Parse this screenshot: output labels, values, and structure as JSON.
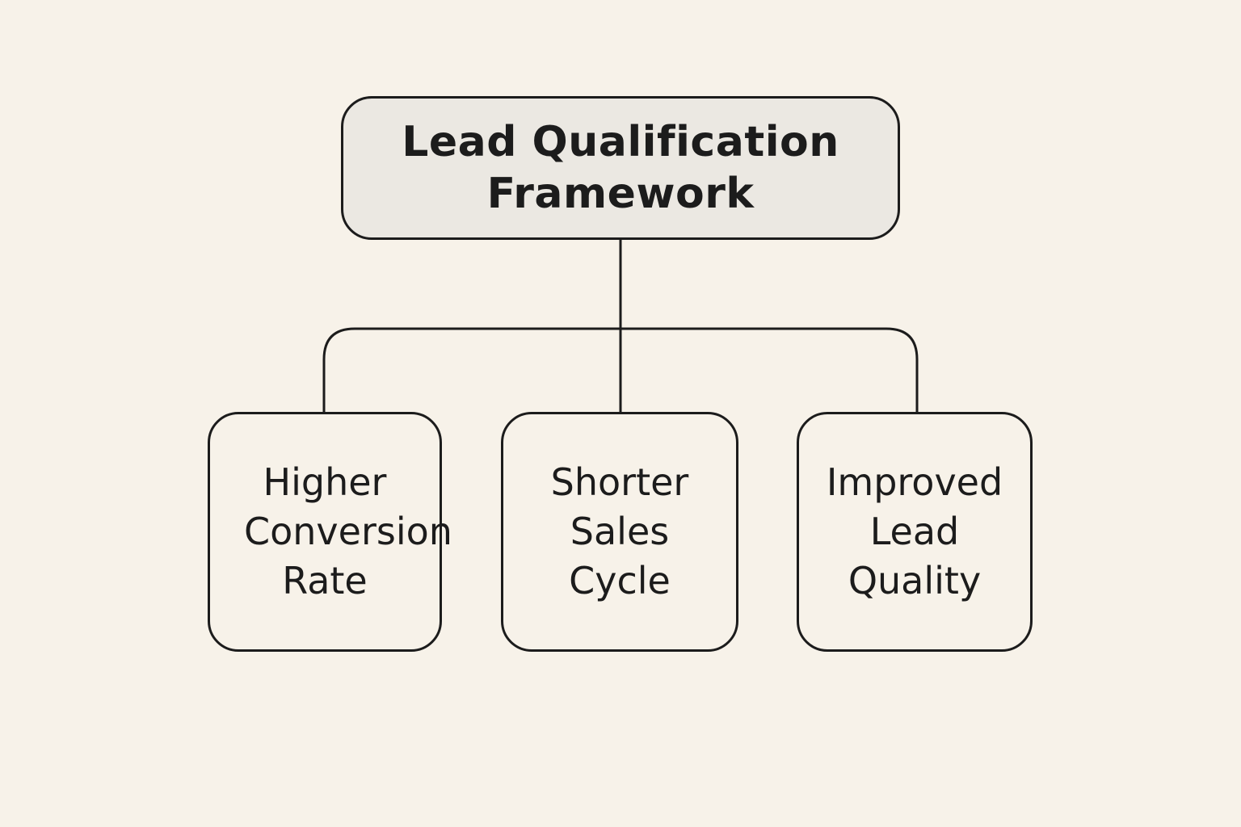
{
  "diagram": {
    "root": {
      "label": "Lead Qualification Framework"
    },
    "children": [
      {
        "label": "Higher Conversion Rate"
      },
      {
        "label": "Shorter Sales Cycle"
      },
      {
        "label": "Improved Lead Quality"
      }
    ]
  }
}
